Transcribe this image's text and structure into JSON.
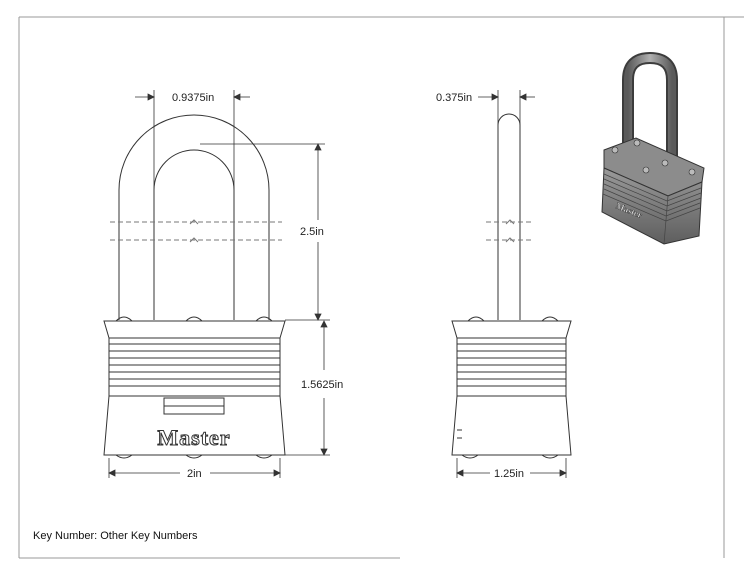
{
  "dimensions": {
    "shackle_width": "0.9375in",
    "shackle_diameter": "0.375in",
    "shackle_height": "2.5in",
    "body_height": "1.5625in",
    "body_width": "2in",
    "body_depth": "1.25in"
  },
  "brand": "Master",
  "footer": {
    "key_number": "Key Number: Other Key Numbers"
  },
  "colors": {
    "line": "#333333",
    "fill": "#ffffff",
    "render_body": "#7a7a7a",
    "render_shackle": "#8c8c8c"
  }
}
